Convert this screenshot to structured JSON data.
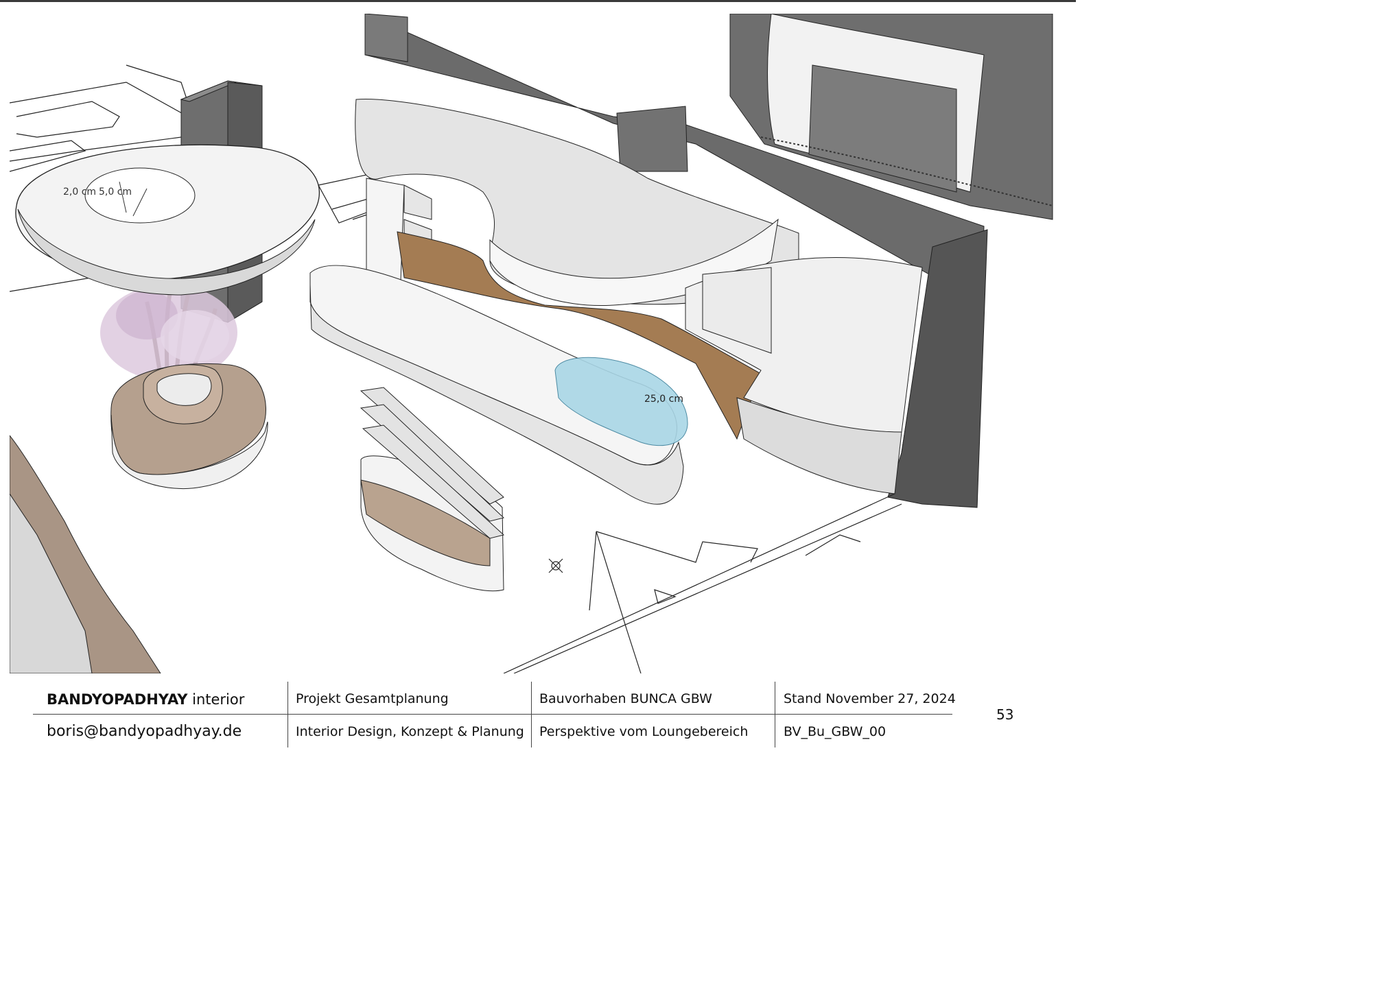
{
  "render": {
    "dimension_labels": {
      "planter_top": "2,0 cm",
      "planter_top_2": "5,0 cm",
      "counter": "25,0 cm"
    },
    "colors": {
      "dark_wall": "#6f6f6f",
      "dark_wall_top": "#8a8a8a",
      "white_surface": "#f2f2f2",
      "cork_panel": "#a07a52",
      "taupe_plinth": "#b7a08e",
      "glass_basin": "#a9d6e6",
      "blossom": "#d9c6dc"
    }
  },
  "title_block": {
    "brand_bold": "BANDYOPADHYAY",
    "brand_light": "interior",
    "email": "boris@bandyopadhyay.de",
    "project_label": "Projekt Gesamtplanung",
    "discipline": "Interior Design, Konzept & Planung",
    "building": "Bauvorhaben BUNCA GBW",
    "view": "Perspektive vom Loungebereich",
    "status": "Stand November 27, 2024",
    "drawing_code": "BV_Bu_GBW_00"
  },
  "page_number": "53"
}
